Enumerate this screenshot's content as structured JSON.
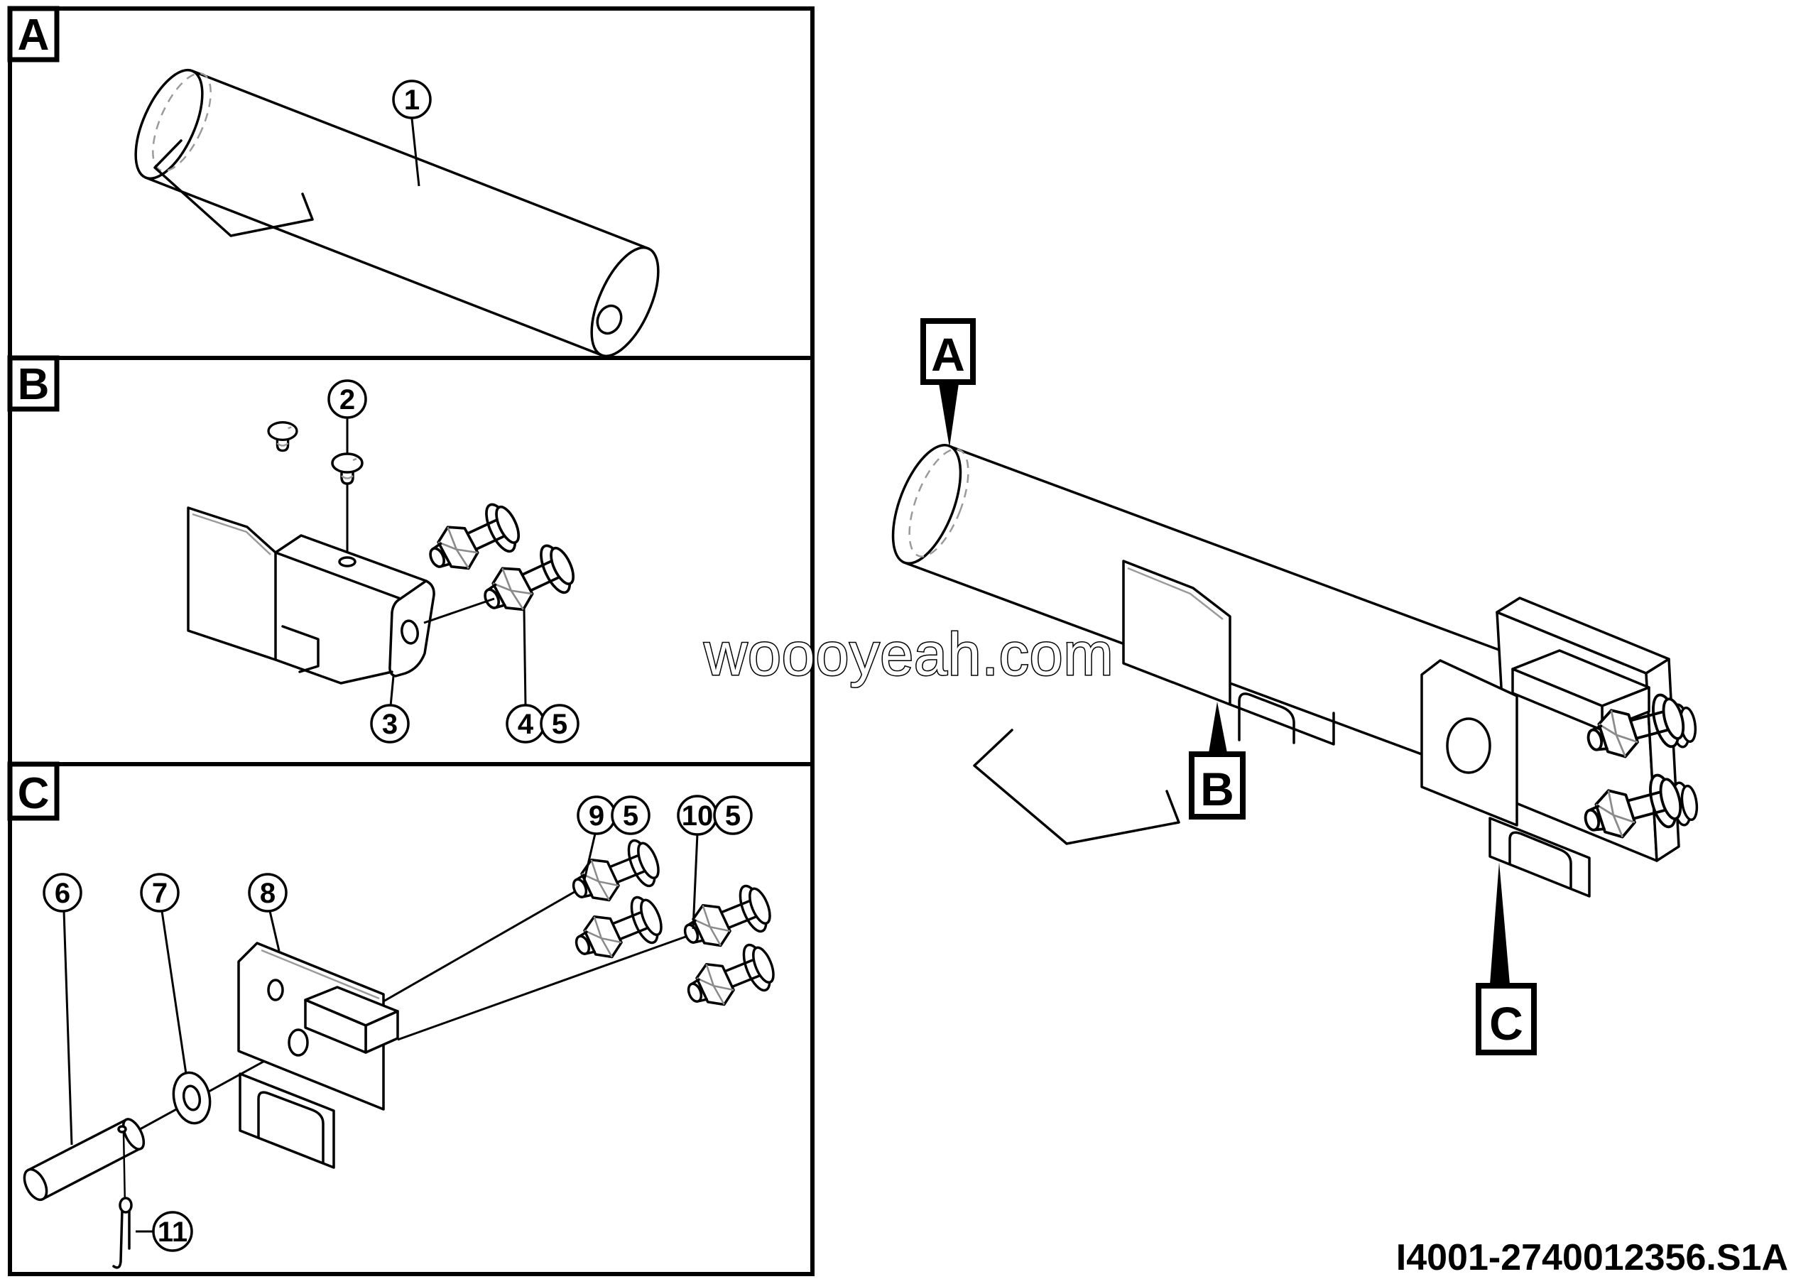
{
  "watermark": "woooyeah.com",
  "part_code": "I4001-2740012356.S1A",
  "panel_a": {
    "label": "A",
    "callout_1": "1"
  },
  "panel_b": {
    "label": "B",
    "callout_2": "2",
    "callout_3": "3",
    "callout_4": "4",
    "callout_5": "5"
  },
  "panel_c": {
    "label": "C",
    "callout_6": "6",
    "callout_7": "7",
    "callout_8": "8",
    "callout_9": "9",
    "callout_9_washer": "5",
    "callout_10": "10",
    "callout_10_washer": "5",
    "callout_11": "11"
  },
  "assembly": {
    "label_a": "A",
    "label_b": "B",
    "label_c": "C"
  }
}
